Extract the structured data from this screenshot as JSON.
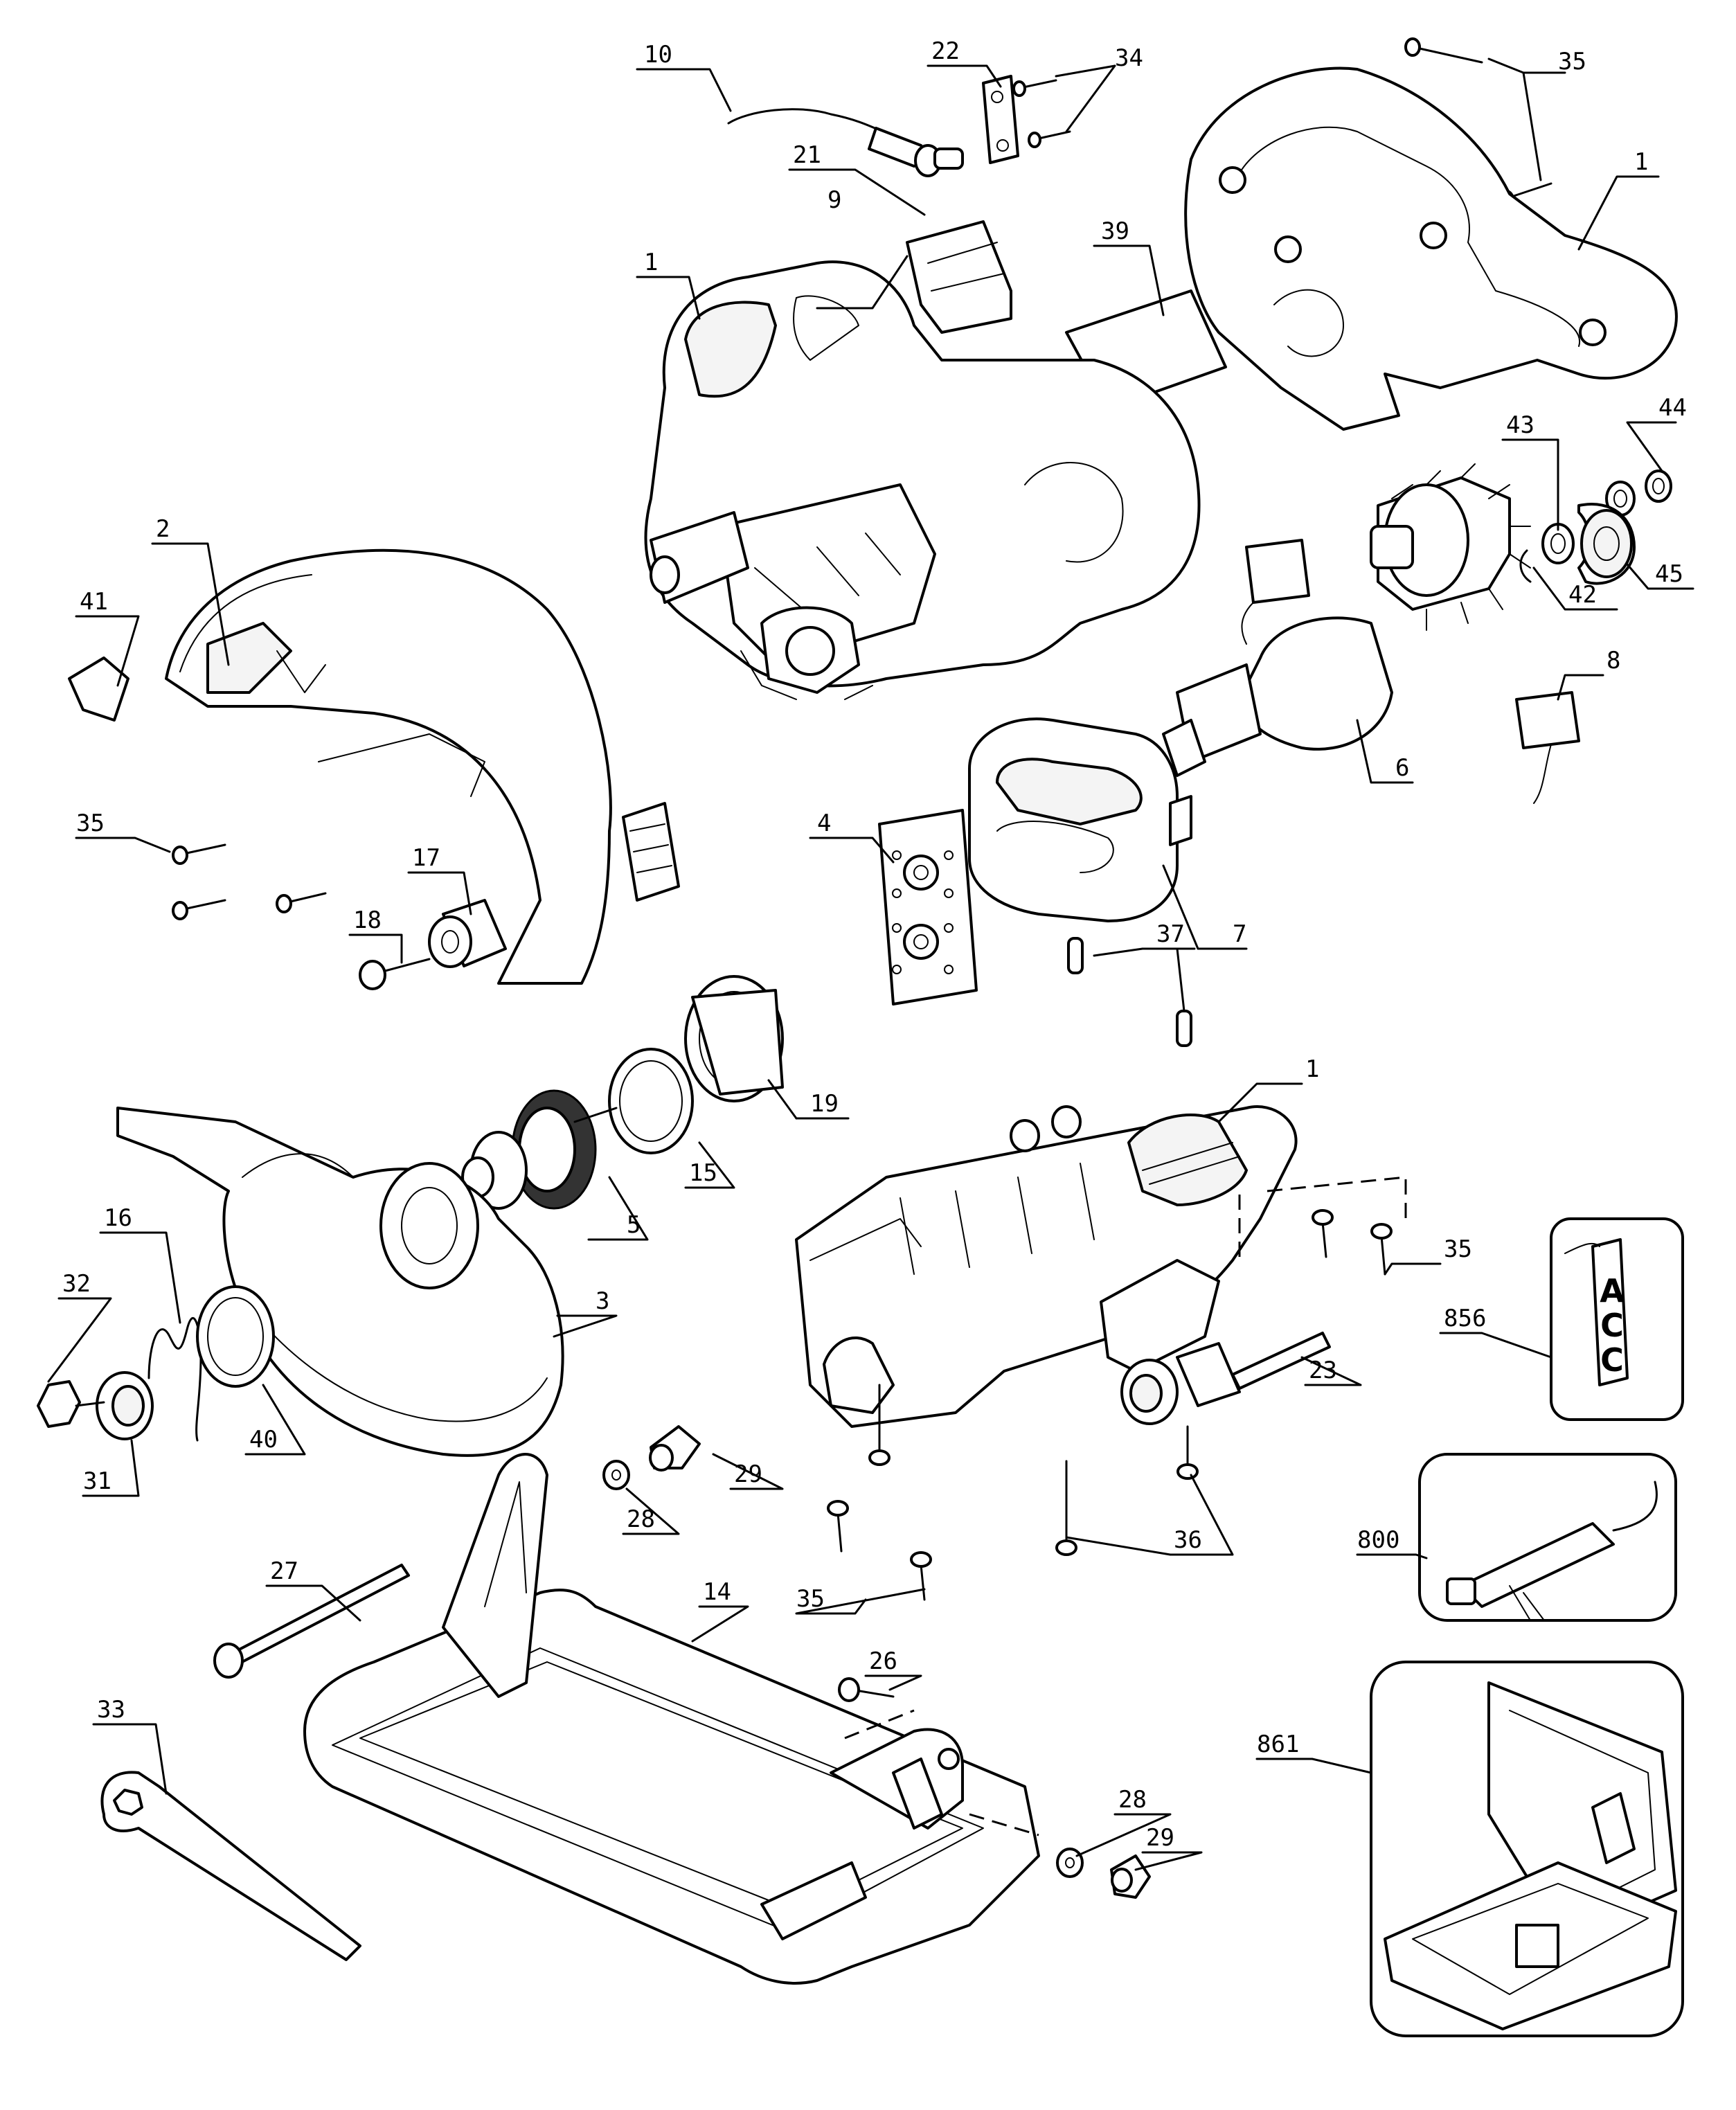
{
  "labels": {
    "l10": "10",
    "l22": "22",
    "l34": "34",
    "l35a": "35",
    "l1a": "1",
    "l21": "21",
    "l9": "9",
    "l39": "39",
    "l1b": "1",
    "l44": "44",
    "l43": "43",
    "l45": "45",
    "l42": "42",
    "l2": "2",
    "l41": "41",
    "l8": "8",
    "l6": "6",
    "l4": "4",
    "l35b": "35",
    "l17": "17",
    "l7": "7",
    "l18": "18",
    "l37": "37",
    "l19": "19",
    "l1c": "1",
    "l16": "16",
    "l15": "15",
    "l5": "5",
    "l35c": "35",
    "l32": "32",
    "l3": "3",
    "l856": "856",
    "l23": "23",
    "l40": "40",
    "l31": "31",
    "l29a": "29",
    "l28a": "28",
    "l36": "36",
    "l800": "800",
    "l27": "27",
    "l14": "14",
    "l35d": "35",
    "l26": "26",
    "l33": "33",
    "l861": "861",
    "l28b": "28",
    "l29b": "29"
  },
  "acc_text": [
    "A",
    "C",
    "C"
  ]
}
